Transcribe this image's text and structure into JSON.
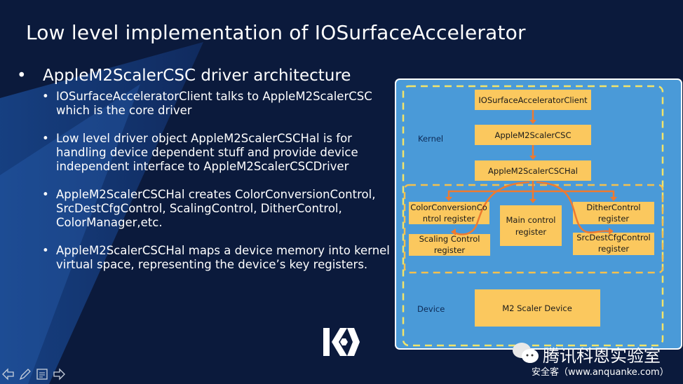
{
  "slide": {
    "title": "Low level implementation of IOSurfaceAccelerator",
    "heading": "AppleM2ScalerCSC driver architecture",
    "bullets": [
      "IOSurfaceAcceleratorClient talks to AppleM2ScalerCSC which is the core driver",
      "Low level driver object AppleM2ScalerCSCHal is for handling device dependent stuff and provide device independent interface to AppleM2ScalerCSCDriver",
      "AppleM2ScalerCSCHal creates ColorConversionControl, SrcDestCfgControl, ScalingControl, DitherControl, ColorManager,etc.",
      "AppleM2ScalerCSCHal maps a device memory into kernel virtual space, representing the device’s key registers."
    ]
  },
  "diagram": {
    "kernel_label": "Kernel",
    "device_label": "Device",
    "client": "IOSurfaceAcceleratorClient",
    "csc": "AppleM2ScalerCSC",
    "hal": "AppleM2ScalerCSCHal",
    "color_conv": [
      "ColorConversionCo",
      "ntrol register"
    ],
    "scaling": [
      "Scaling Control",
      "register"
    ],
    "main": [
      "Main control",
      "register"
    ],
    "dither": [
      "DitherControl",
      "register"
    ],
    "srcdest": [
      "SrcDestCfgControl",
      "register"
    ],
    "device": "M2 Scaler Device"
  },
  "watermark": {
    "title": "腾讯科恩实验室",
    "subtitle": "安全客（www.anquanke.com）"
  },
  "colors": {
    "background": "#0b1a3c",
    "diagram_bg": "#4a9ad8",
    "box": "#fbc85e",
    "arrow": "#ee7a30",
    "dash": "#f2e46a"
  }
}
